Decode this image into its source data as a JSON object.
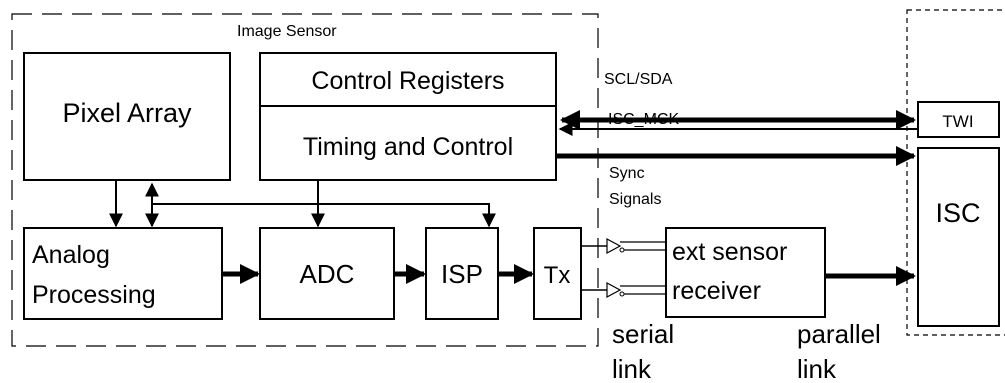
{
  "diagram": {
    "sensor_label": "Image Sensor",
    "blocks": {
      "pixel_array": "Pixel Array",
      "control_registers": "Control Registers",
      "timing_control": "Timing and Control",
      "analog_line1": "Analog",
      "analog_line2": "Processing",
      "adc": "ADC",
      "isp": "ISP",
      "tx": "Tx",
      "receiver_line1": "ext sensor",
      "receiver_line2": "receiver",
      "twi": "TWI",
      "isc": "ISC"
    },
    "signals": {
      "scl_sda": "SCL/SDA",
      "isc_mck": "ISC_MCK",
      "sync_line1": "Sync",
      "sync_line2": "Signals"
    },
    "links": {
      "serial_line1": "serial",
      "serial_line2": "link",
      "parallel_line1": "parallel",
      "parallel_line2": "link"
    }
  }
}
